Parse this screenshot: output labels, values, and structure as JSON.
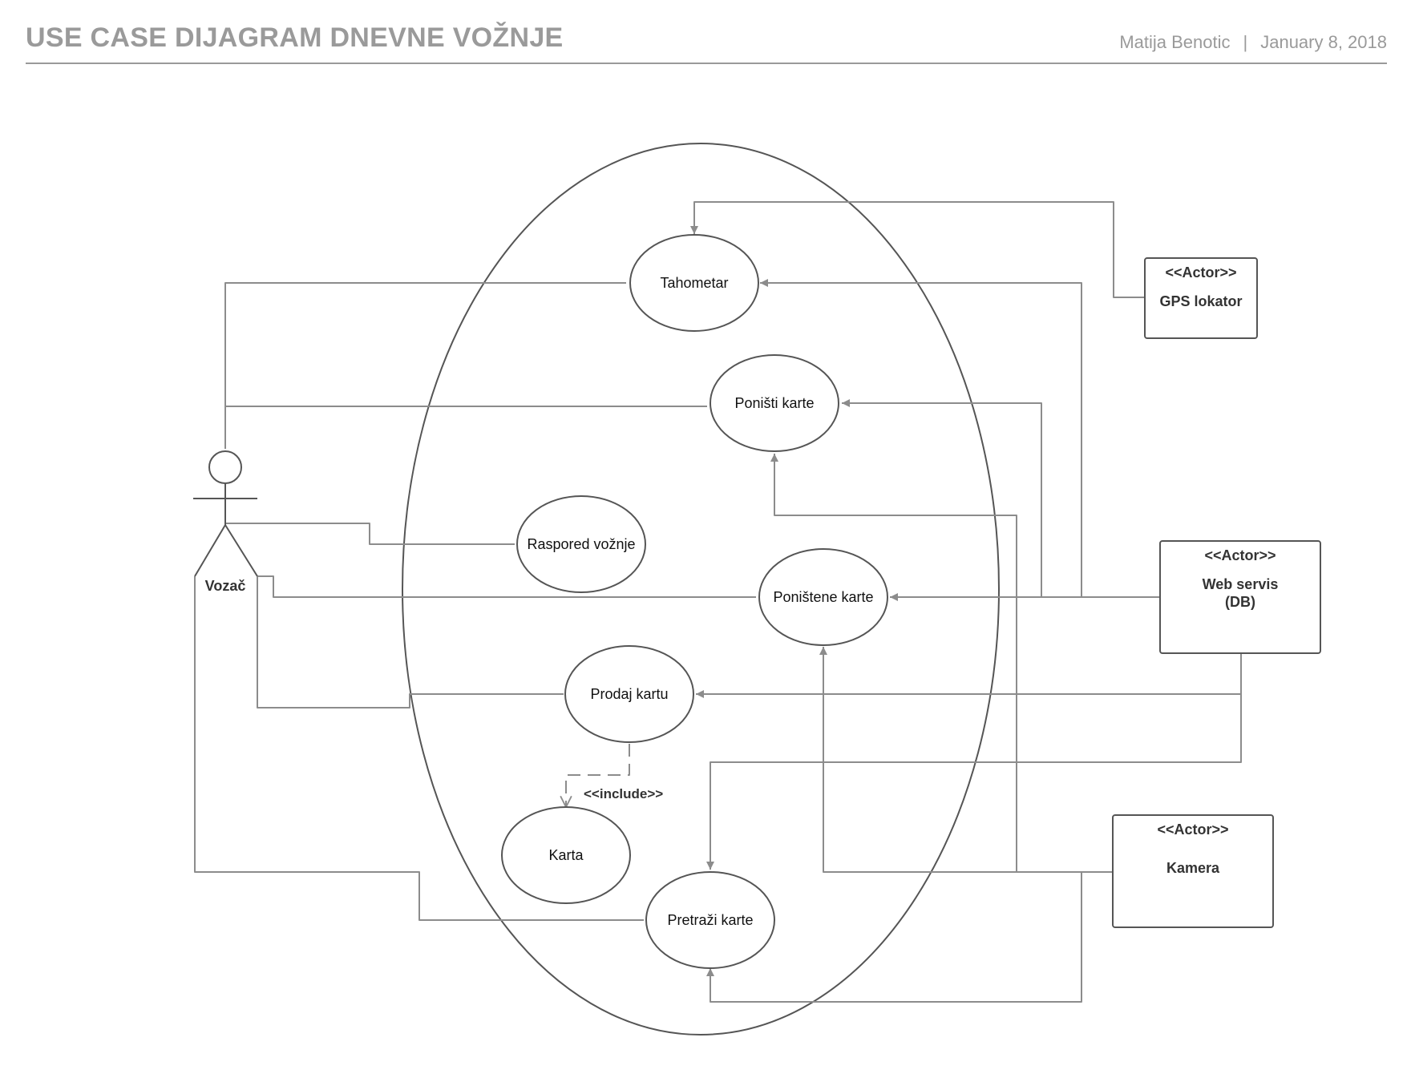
{
  "header": {
    "title": "USE CASE DIJAGRAM DNEVNE VOŽNJE",
    "author": "Matija Benotic",
    "separator": "|",
    "date": "January 8, 2018"
  },
  "use_cases": {
    "tahometar": "Tahometar",
    "ponisti_karte": "Poništi karte",
    "raspored_voznje": "Raspored vožnje",
    "ponistene_karte": "Poništene karte",
    "prodaj_kartu": "Prodaj kartu",
    "karta": "Karta",
    "pretrazi_karte": "Pretraži karte"
  },
  "actors": {
    "vozac": "Vozač",
    "gps": {
      "stereotype": "<<Actor>>",
      "name": "GPS lokator"
    },
    "web": {
      "stereotype": "<<Actor>>",
      "name_line1": "Web servis",
      "name_line2": "(DB)"
    },
    "kamera": {
      "stereotype": "<<Actor>>",
      "name": "Kamera"
    }
  },
  "relations": {
    "include": "<<include>>"
  },
  "colors": {
    "line": "#8c8c8c",
    "shape": "#555555",
    "header": "#9a9a9a"
  }
}
